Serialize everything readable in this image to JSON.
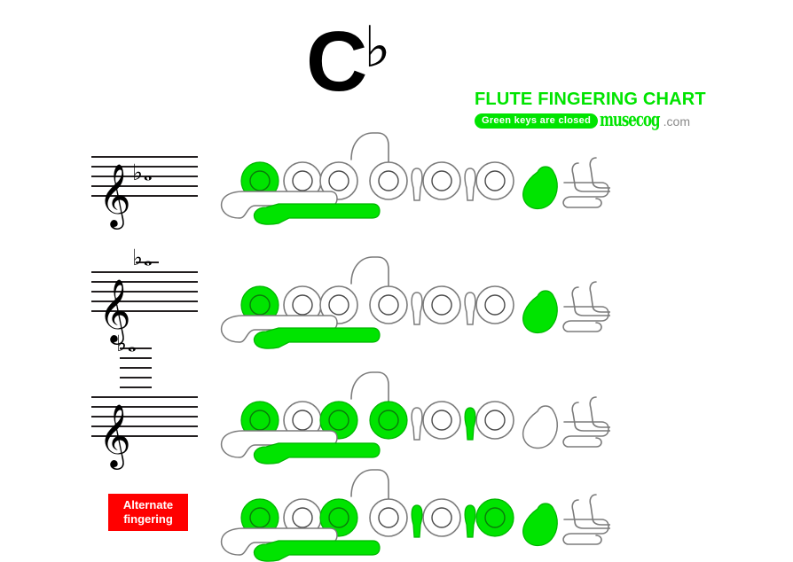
{
  "header": {
    "note_letter": "C",
    "note_accidental": "♭",
    "chart_title": "FLUTE FINGERING CHART",
    "legend": "Green keys are closed",
    "brand_mark": "musecog",
    "brand_tld": ".com",
    "accent_green": "#00e400",
    "alt_red": "#ff0000",
    "key_outline": "#7b7b7b"
  },
  "alternate_badge": {
    "line1": "Alternate",
    "line2": "fingering"
  },
  "staves": [
    {
      "clef": "treble-clef",
      "accidental": "♭",
      "notehead": "𝅝",
      "ledger_lines": 0,
      "position_label": "third-space"
    },
    {
      "clef": "treble-clef",
      "accidental": "♭",
      "notehead": "𝅝",
      "ledger_lines": 1,
      "position_label": "first-ledger-above"
    },
    {
      "clef": "treble-clef",
      "accidental": "♭",
      "notehead": "𝅝",
      "ledger_lines": 5,
      "position_label": "fifth-ledger-above"
    }
  ],
  "fingerings": [
    {
      "row": 1,
      "octave": "low",
      "alternate": false,
      "keys": {
        "thumb_b": "open",
        "thumb_bb": "closed",
        "left_1": "closed",
        "left_2": "open",
        "left_3": "open",
        "gsharp_lever": "open",
        "right_1": "open",
        "trill_1": "open",
        "right_2": "open",
        "trill_2": "open",
        "right_3": "open",
        "dsharp_pinky": "closed",
        "roller_c": "open",
        "roller_csharp": "open",
        "roller_b": "open"
      }
    },
    {
      "row": 2,
      "octave": "middle",
      "alternate": false,
      "keys": {
        "thumb_b": "open",
        "thumb_bb": "closed",
        "left_1": "closed",
        "left_2": "open",
        "left_3": "open",
        "gsharp_lever": "open",
        "right_1": "open",
        "trill_1": "open",
        "right_2": "open",
        "trill_2": "open",
        "right_3": "open",
        "dsharp_pinky": "closed",
        "roller_c": "open",
        "roller_csharp": "open",
        "roller_b": "open"
      }
    },
    {
      "row": 3,
      "octave": "high",
      "alternate": false,
      "keys": {
        "thumb_b": "open",
        "thumb_bb": "closed",
        "left_1": "closed",
        "left_2": "open",
        "left_3": "closed",
        "gsharp_lever": "open",
        "right_1": "closed",
        "trill_1": "open",
        "right_2": "open",
        "trill_2": "closed",
        "right_3": "open",
        "dsharp_pinky": "open",
        "roller_c": "open",
        "roller_csharp": "open",
        "roller_b": "open"
      }
    },
    {
      "row": 4,
      "octave": "high",
      "alternate": true,
      "keys": {
        "thumb_b": "open",
        "thumb_bb": "closed",
        "left_1": "closed",
        "left_2": "open",
        "left_3": "closed",
        "gsharp_lever": "open",
        "right_1": "open",
        "trill_1": "closed",
        "right_2": "open",
        "trill_2": "closed",
        "right_3": "closed",
        "dsharp_pinky": "closed",
        "roller_c": "open",
        "roller_csharp": "open",
        "roller_b": "open"
      }
    }
  ]
}
